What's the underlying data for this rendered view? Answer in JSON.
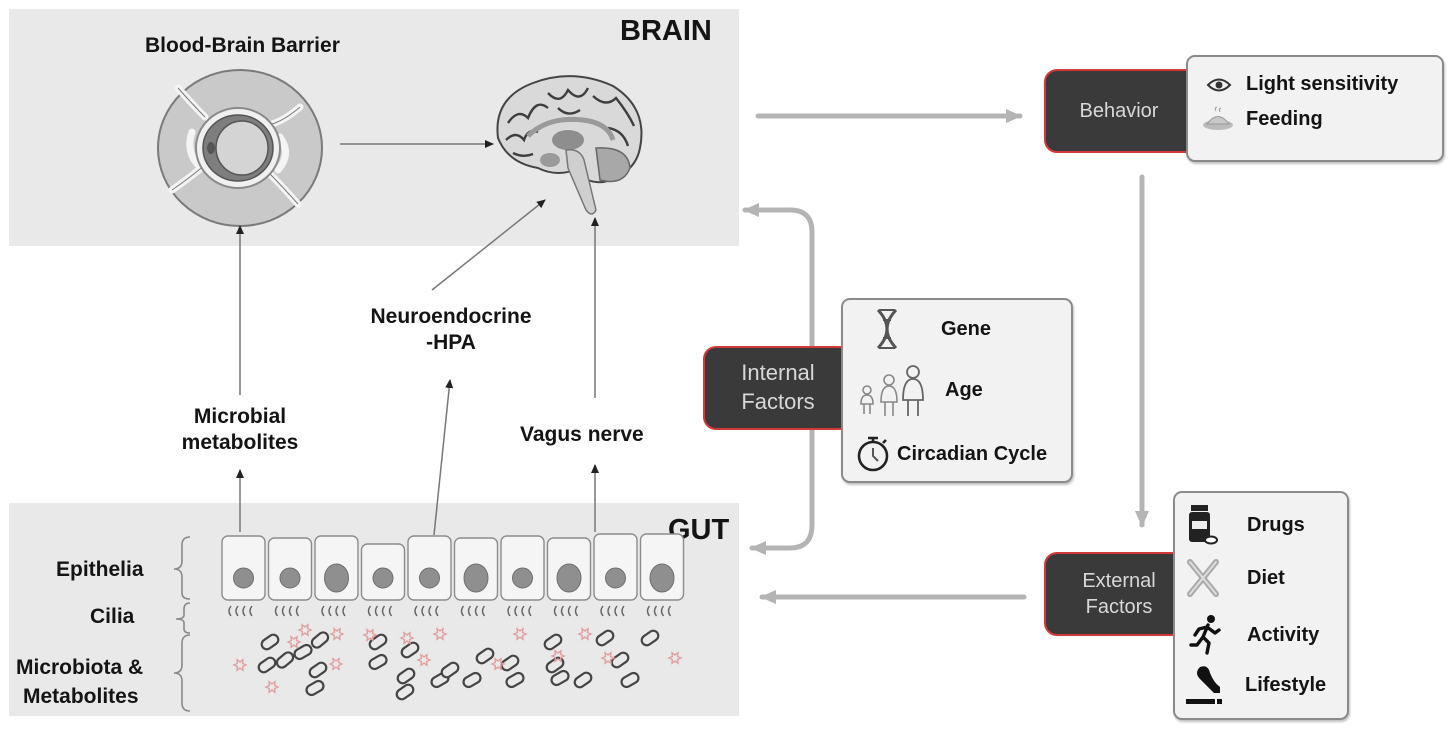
{
  "brain": {
    "title": "BRAIN",
    "bbb_label": "Blood-Brain Barrier"
  },
  "gut": {
    "title": "GUT",
    "layers": [
      "Epithelia",
      "Cilia",
      "Microbiota &",
      "Metabolites"
    ]
  },
  "pathways": {
    "microbial_line1": "Microbial",
    "microbial_line2": "metabolites",
    "neuro_line1": "Neuroendocrine",
    "neuro_line2": "-HPA",
    "vagus": "Vagus nerve"
  },
  "behavior": {
    "label": "Behavior",
    "items": [
      {
        "icon": "eye-icon",
        "label": "Light sensitivity"
      },
      {
        "icon": "food-icon",
        "label": "Feeding"
      }
    ]
  },
  "internal": {
    "label_line1": "Internal",
    "label_line2": "Factors",
    "items": [
      {
        "icon": "dna-icon",
        "label": "Gene"
      },
      {
        "icon": "family-icon",
        "label": "Age"
      },
      {
        "icon": "stopwatch-icon",
        "label": "Circadian Cycle"
      }
    ]
  },
  "external": {
    "label_line1": "External",
    "label_line2": "Factors",
    "items": [
      {
        "icon": "pill-bottle-icon",
        "label": "Drugs"
      },
      {
        "icon": "utensils-icon",
        "label": "Diet"
      },
      {
        "icon": "running-person-icon",
        "label": "Activity"
      },
      {
        "icon": "smoking-icon",
        "label": "Lifestyle"
      }
    ]
  },
  "colors": {
    "panel_bg": "#e9e9e9",
    "dark_box": "#3a3a3a",
    "accent_red": "#d23a3a",
    "arrow_gray": "#b4b4b4",
    "metabolite_pink": "#e0a0a0"
  }
}
